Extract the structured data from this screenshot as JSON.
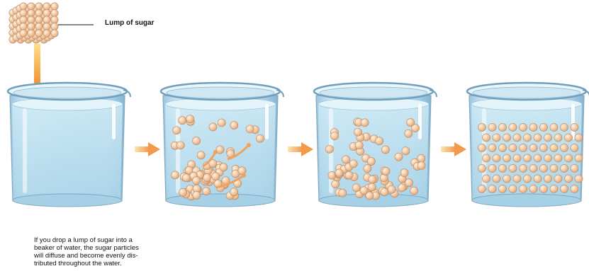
{
  "labels": {
    "lump_of_sugar": "Lump of sugar"
  },
  "caption": {
    "lines": [
      "If you drop a lump of sugar into a",
      "beaker of water, the sugar particles",
      "will diffuse and become evenly dis-",
      "tributed throughout the water."
    ]
  },
  "colors": {
    "particle": "#f1c6a0",
    "particle_edge": "#b98a63",
    "water": "#bfe0ef",
    "glass_edge": "#7fa9c2",
    "arrow": "#f2a15a"
  },
  "beakers": [
    {
      "stage": 1,
      "particles": 0
    },
    {
      "stage": 2,
      "particles": 70
    },
    {
      "stage": 3,
      "particles": 70
    },
    {
      "stage": 4,
      "particles": 70
    }
  ]
}
